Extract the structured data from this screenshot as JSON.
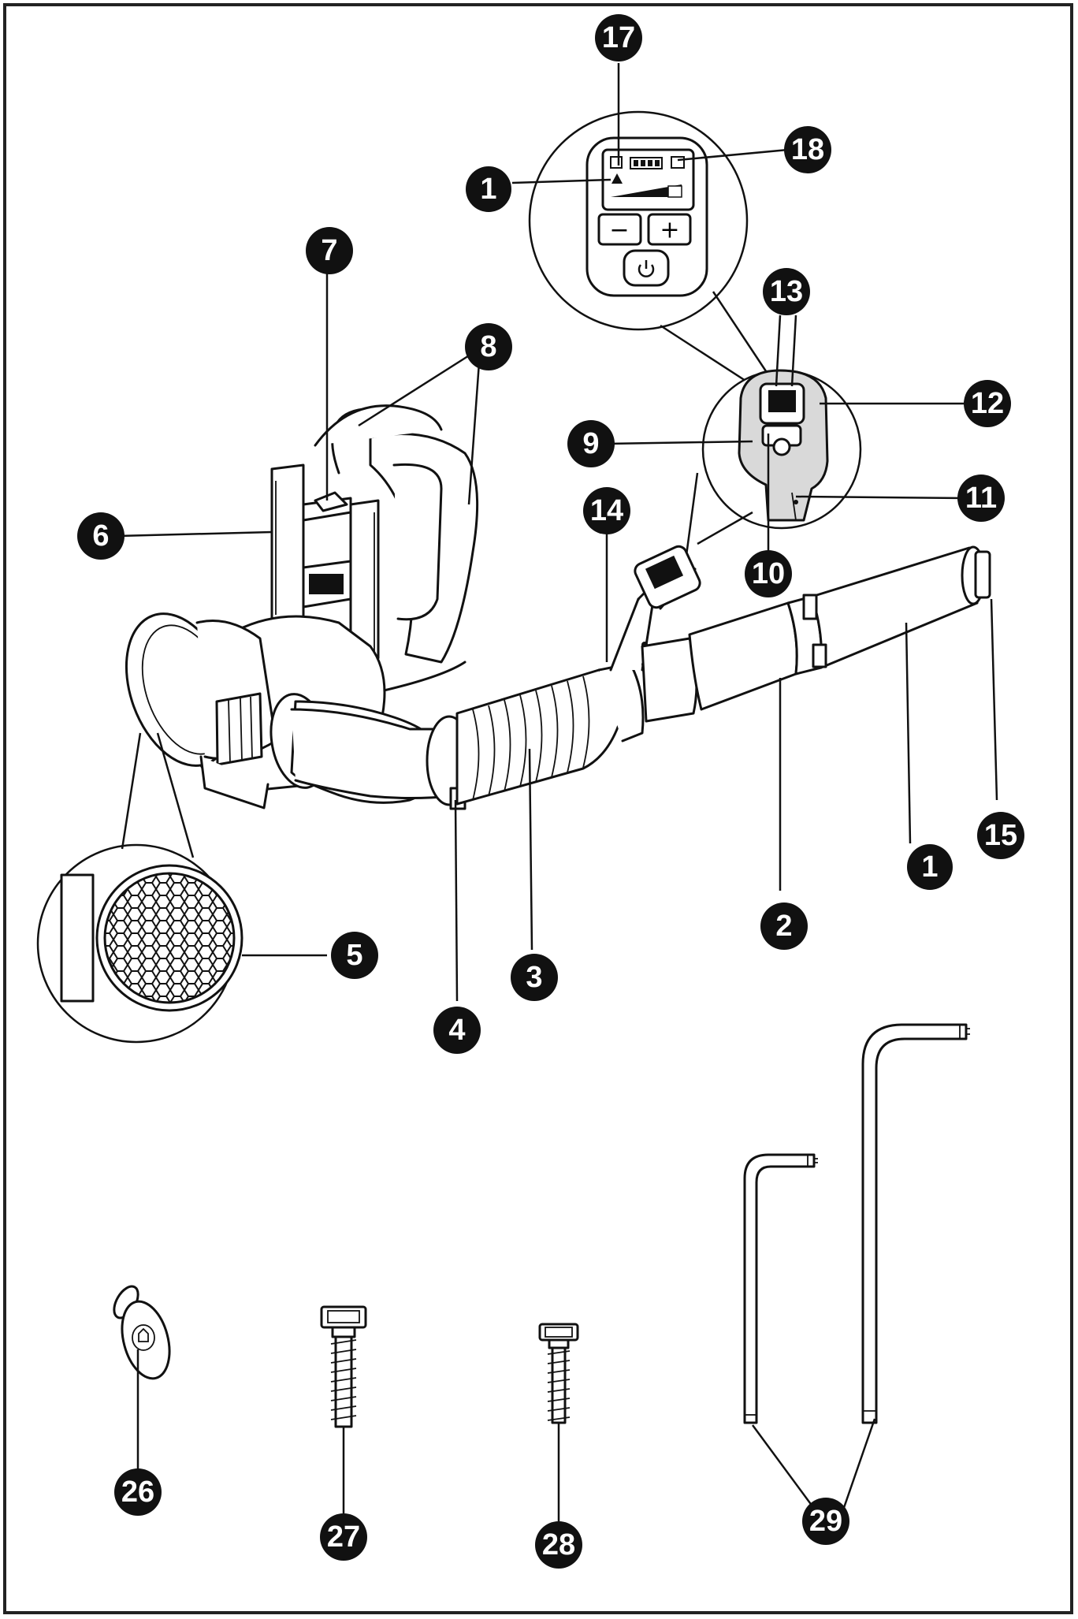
{
  "callouts": [
    {
      "id": "1-display",
      "text": "1"
    },
    {
      "id": "1-tube",
      "text": "1"
    },
    {
      "id": "2",
      "text": "2"
    },
    {
      "id": "3",
      "text": "3"
    },
    {
      "id": "4",
      "text": "4"
    },
    {
      "id": "5",
      "text": "5"
    },
    {
      "id": "6",
      "text": "6"
    },
    {
      "id": "7",
      "text": "7"
    },
    {
      "id": "8",
      "text": "8"
    },
    {
      "id": "9",
      "text": "9"
    },
    {
      "id": "10",
      "text": "10"
    },
    {
      "id": "11",
      "text": "11"
    },
    {
      "id": "12",
      "text": "12"
    },
    {
      "id": "13",
      "text": "13"
    },
    {
      "id": "14",
      "text": "14"
    },
    {
      "id": "15",
      "text": "15"
    },
    {
      "id": "17",
      "text": "17"
    },
    {
      "id": "18",
      "text": "18"
    },
    {
      "id": "26",
      "text": "26"
    },
    {
      "id": "27",
      "text": "27"
    },
    {
      "id": "28",
      "text": "28"
    },
    {
      "id": "29",
      "text": "29"
    }
  ],
  "display": {
    "minus": "−",
    "plus": "+"
  },
  "icons": [
    "power-icon",
    "battery-icon",
    "warning-icon",
    "turbo-icon"
  ]
}
